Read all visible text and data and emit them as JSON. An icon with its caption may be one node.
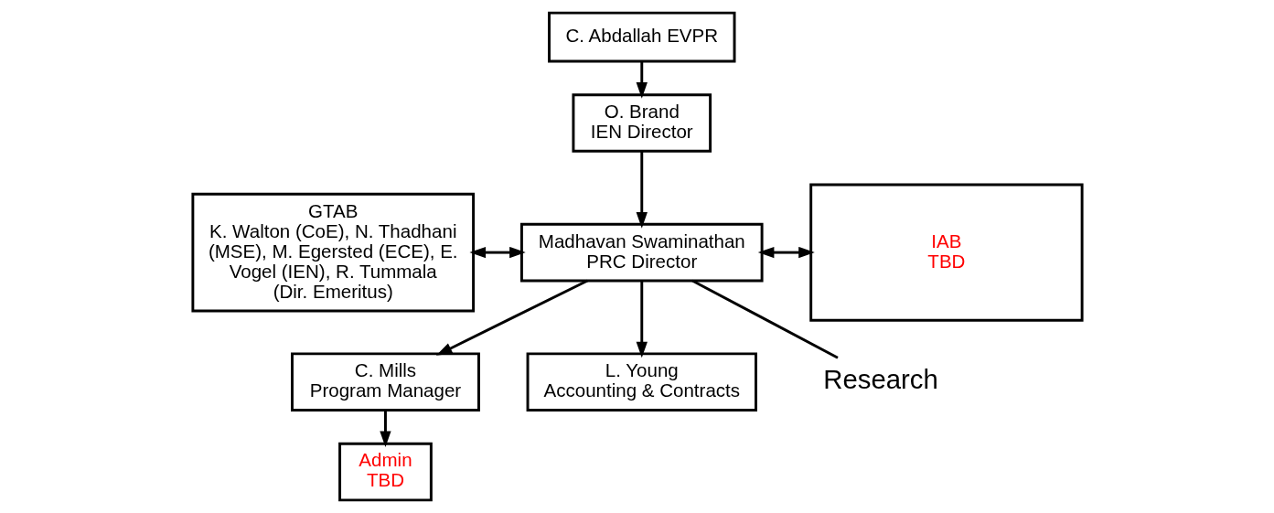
{
  "diagram": {
    "nodes": [
      {
        "text": [
          "C. Abdallah EVPR"
        ]
      },
      {
        "text": [
          "O. Brand",
          "IEN Director"
        ]
      },
      {
        "text": [
          "GTAB",
          "K. Walton (CoE), N. Thadhani (MSE), M. Egersted (ECE), E. Vogel (IEN), R. Tummala (Dir. Emeritus)"
        ]
      },
      {
        "text": [
          "Madhavan Swaminathan",
          "PRC Director"
        ]
      },
      {
        "text": [
          "IAB",
          "TBD"
        ]
      },
      {
        "text": [
          "C. Mills",
          "Program Manager"
        ]
      },
      {
        "text": [
          "L. Young",
          "Accounting & Contracts"
        ]
      },
      {
        "text": [
          "Admin",
          "TBD"
        ]
      },
      {
        "text": [
          "Research"
        ]
      }
    ],
    "edges": [
      {
        "from": 0,
        "to": 1,
        "arrow": "to"
      },
      {
        "from": 1,
        "to": 3,
        "arrow": "to"
      },
      {
        "from": 2,
        "to": 3,
        "arrow": "both"
      },
      {
        "from": 3,
        "to": 4,
        "arrow": "both"
      },
      {
        "from": 3,
        "to": 5,
        "arrow": "to"
      },
      {
        "from": 3,
        "to": 6,
        "arrow": "to"
      },
      {
        "from": 5,
        "to": 7,
        "arrow": "to"
      },
      {
        "from": 3,
        "to": 8,
        "arrow": "none"
      }
    ]
  }
}
